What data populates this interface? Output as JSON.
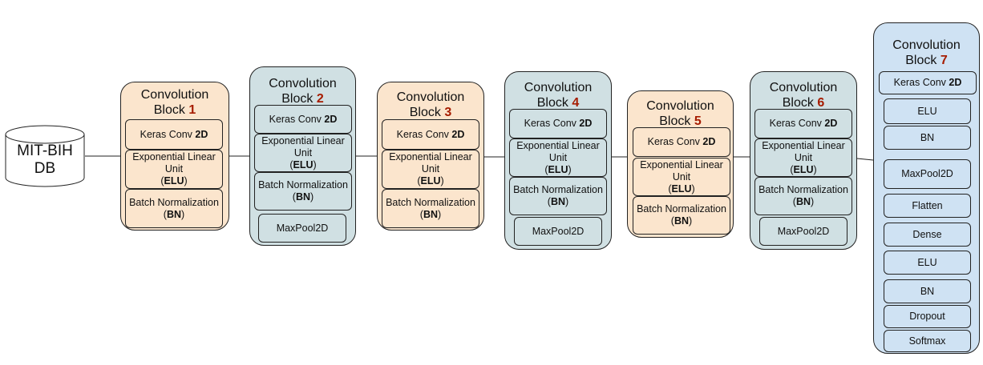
{
  "database": {
    "label_line1": "MIT-BIH",
    "label_line2": "DB"
  },
  "title_word": "Convolution",
  "block_word": "Block",
  "blocks": [
    {
      "number": "1",
      "layers": [
        {
          "main": "Keras Conv ",
          "bold": "2D"
        },
        {
          "main": "Exponential Linear Unit",
          "bold": "ELU"
        },
        {
          "main": "Batch Normalization",
          "bold": "BN"
        }
      ]
    },
    {
      "number": "2",
      "layers": [
        {
          "main": "Keras Conv ",
          "bold": "2D"
        },
        {
          "main": "Exponential Linear Unit",
          "bold": "ELU"
        },
        {
          "main": "Batch Normalization",
          "bold": "BN"
        },
        {
          "main": "MaxPool2D",
          "bold": ""
        }
      ]
    },
    {
      "number": "3",
      "layers": [
        {
          "main": "Keras Conv ",
          "bold": "2D"
        },
        {
          "main": "Exponential Linear Unit",
          "bold": "ELU"
        },
        {
          "main": "Batch Normalization",
          "bold": "BN"
        }
      ]
    },
    {
      "number": "4",
      "layers": [
        {
          "main": "Keras Conv ",
          "bold": "2D"
        },
        {
          "main": "Exponential Linear Unit",
          "bold": "ELU"
        },
        {
          "main": "Batch Normalization",
          "bold": "BN"
        },
        {
          "main": "MaxPool2D",
          "bold": ""
        }
      ]
    },
    {
      "number": "5",
      "layers": [
        {
          "main": "Keras Conv ",
          "bold": "2D"
        },
        {
          "main": "Exponential Linear Unit",
          "bold": "ELU"
        },
        {
          "main": "Batch Normalization",
          "bold": "BN"
        }
      ]
    },
    {
      "number": "6",
      "layers": [
        {
          "main": "Keras Conv ",
          "bold": "2D"
        },
        {
          "main": "Exponential Linear Unit",
          "bold": "ELU"
        },
        {
          "main": "Batch Normalization",
          "bold": "BN"
        },
        {
          "main": "MaxPool2D",
          "bold": ""
        }
      ]
    },
    {
      "number": "7",
      "layers": [
        {
          "main": "Keras Conv ",
          "bold": "2D"
        },
        {
          "main": "ELU",
          "bold": ""
        },
        {
          "main": "BN",
          "bold": ""
        },
        {
          "main": "MaxPool2D",
          "bold": ""
        },
        {
          "main": "Flatten",
          "bold": ""
        },
        {
          "main": "Dense",
          "bold": ""
        },
        {
          "main": "ELU",
          "bold": ""
        },
        {
          "main": "BN",
          "bold": ""
        },
        {
          "main": "Dropout",
          "bold": ""
        },
        {
          "main": "Softmax",
          "bold": ""
        }
      ]
    }
  ],
  "colors": {
    "orange_block": "#fbe5cd",
    "teal_block": "#d0e0e3",
    "blue_block": "#cfe2f3",
    "block_number": "#a61c00"
  }
}
